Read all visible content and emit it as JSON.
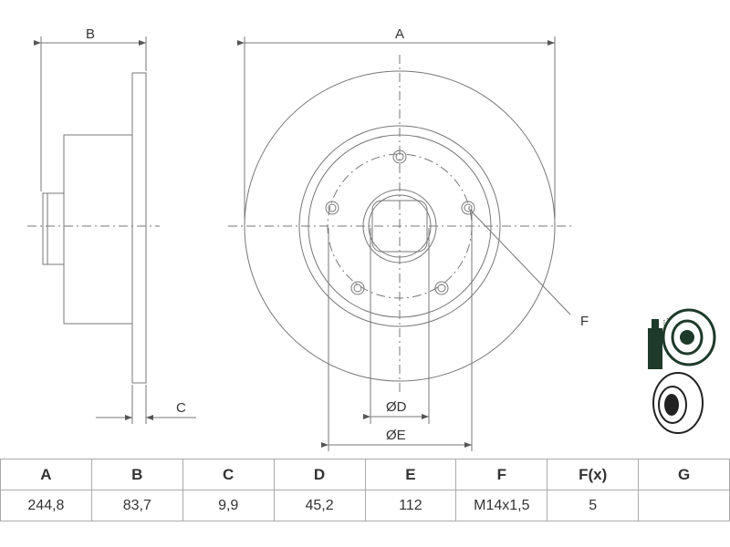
{
  "drawing": {
    "labels": {
      "A": "A",
      "B": "B",
      "C": "C",
      "D": "ØD",
      "E": "ØE",
      "F": "F"
    }
  },
  "table": {
    "headers": [
      "A",
      "B",
      "C",
      "D",
      "E",
      "F",
      "F(x)",
      "G"
    ],
    "values": [
      "244,8",
      "83,7",
      "9,9",
      "45,2",
      "112",
      "M14x1,5",
      "5",
      ""
    ]
  },
  "icons": [
    "spray-cleaner-icon",
    "brake-disc-icon"
  ]
}
